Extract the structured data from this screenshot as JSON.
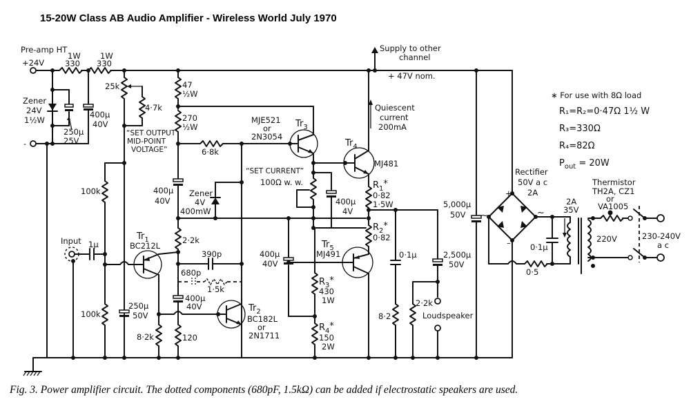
{
  "title": "15-20W Class AB Audio Amplifier - Wireless World July 1970",
  "caption": "Fig. 3. Power amplifier circuit. The dotted components (680pF, 1.5kΩ) can be added if electrostatic speakers are used.",
  "supply": {
    "preamp_ht": "Pre-amp HT",
    "plus24": "+24V",
    "minus": "-",
    "r_a_power": "1W",
    "r_a_value": "330",
    "r_b_power": "1W",
    "r_b_value": "330",
    "zener_label": "Zener",
    "zener_v": "24V",
    "zener_w": "1½W",
    "c250_value": "250µ",
    "c250_volt": "25V",
    "c400_value": "400µ",
    "c400_volt": "40V",
    "supply_other": "Supply to other",
    "supply_other2": "channel",
    "rail": "+ 47V nom.",
    "quiescent1": "Quiescent",
    "quiescent2": "current",
    "quiescent3": "200mA"
  },
  "bias": {
    "pot_25k": "25k",
    "r_4k7": "4·7k",
    "set_output1": "“SET OUTPUT",
    "set_output2": "MID-POINT",
    "set_output3": "VOLTAGE”",
    "r47": "47",
    "r47w": "½W",
    "r270": "270",
    "r270w": "½W",
    "r6k8": "6·8k",
    "c400b_value": "400µ",
    "c400b_volt": "40V",
    "zener4_label": "Zener",
    "zener4_v": "4V",
    "zener4_w": "400mW",
    "set_current": "“SET CURRENT”",
    "set_current_val": "100Ω  w. w.",
    "c400c_value": "400µ",
    "c400c_volt": "4V",
    "r2k2": "2·2k"
  },
  "input_stage": {
    "input": "Input",
    "c1u": "1µ",
    "r100k_top": "100k",
    "r100k_bot": "100k",
    "tr1": "Tr",
    "tr1_sub": "1",
    "tr1_part": "BC212L",
    "c250b_value": "250µ",
    "c250b_volt": "50V",
    "r8k2": "8·2k",
    "r120": "120",
    "c390p": "390p",
    "c680p": "680p",
    "r1k5": "1·5k",
    "c400d_value": "400µ",
    "c400d_volt": "40V",
    "tr2": "Tr",
    "tr2_sub": "2",
    "tr2_part1": "BC182L",
    "tr2_or": "or",
    "tr2_part2": "2N1711"
  },
  "output_stage": {
    "tr3": "Tr",
    "tr3_sub": "3",
    "tr3_part1": "MJE521",
    "tr3_or": "or",
    "tr3_part2": "2N3054",
    "tr4": "Tr",
    "tr4_sub": "4",
    "tr4_part": "MJ481",
    "tr5": "Tr",
    "tr5_sub": "5",
    "tr5_part": "MJ491",
    "r1": "R",
    "r1_sub": "1",
    "r1_val": "0·82",
    "r1_w": "1·5W",
    "r2": "R",
    "r2_sub": "2",
    "r2_val": "0·82",
    "r3": "R",
    "r3_sub": "3",
    "r3_val": "430",
    "r3_w": "1W",
    "r4": "R",
    "r4_sub": "4",
    "r4_val": "150",
    "r4_w": "2W",
    "star": "*",
    "c400e_value": "400µ",
    "c400e_volt": "40V",
    "c01u": "0·1µ",
    "r8_2": "8·2",
    "c2500_value": "2,500µ",
    "c2500_volt": "50V",
    "r2k2_out": "2·2k",
    "loudspeaker": "Loudspeaker"
  },
  "psu": {
    "c5000_value": "5,000µ",
    "c5000_volt": "50V",
    "rectifier": "Rectifier",
    "rect_v": "50V a c",
    "rect_a": "2A",
    "plus": "+",
    "minus": "–",
    "tilde": "~",
    "c01u_psu": "0·1µ",
    "r0_5": "0·5",
    "sec_a": "2A",
    "sec_v": "35V",
    "pri_v": "220V",
    "thermistor1": "Thermistor",
    "thermistor2": "TH2A, CZ1",
    "thermistor3": "or",
    "thermistor4": "VA1005",
    "mains1": "230-240V",
    "mains2": "a c"
  },
  "notes": {
    "star_note": "∗ For use with 8Ω load",
    "n1": "R₁=R₂=0·47Ω 1½ W",
    "n2": "R₃=330Ω",
    "n3": "R₄=82Ω",
    "n4": "P",
    "n4_sub": "out",
    "n4_rest": " = 20W"
  }
}
